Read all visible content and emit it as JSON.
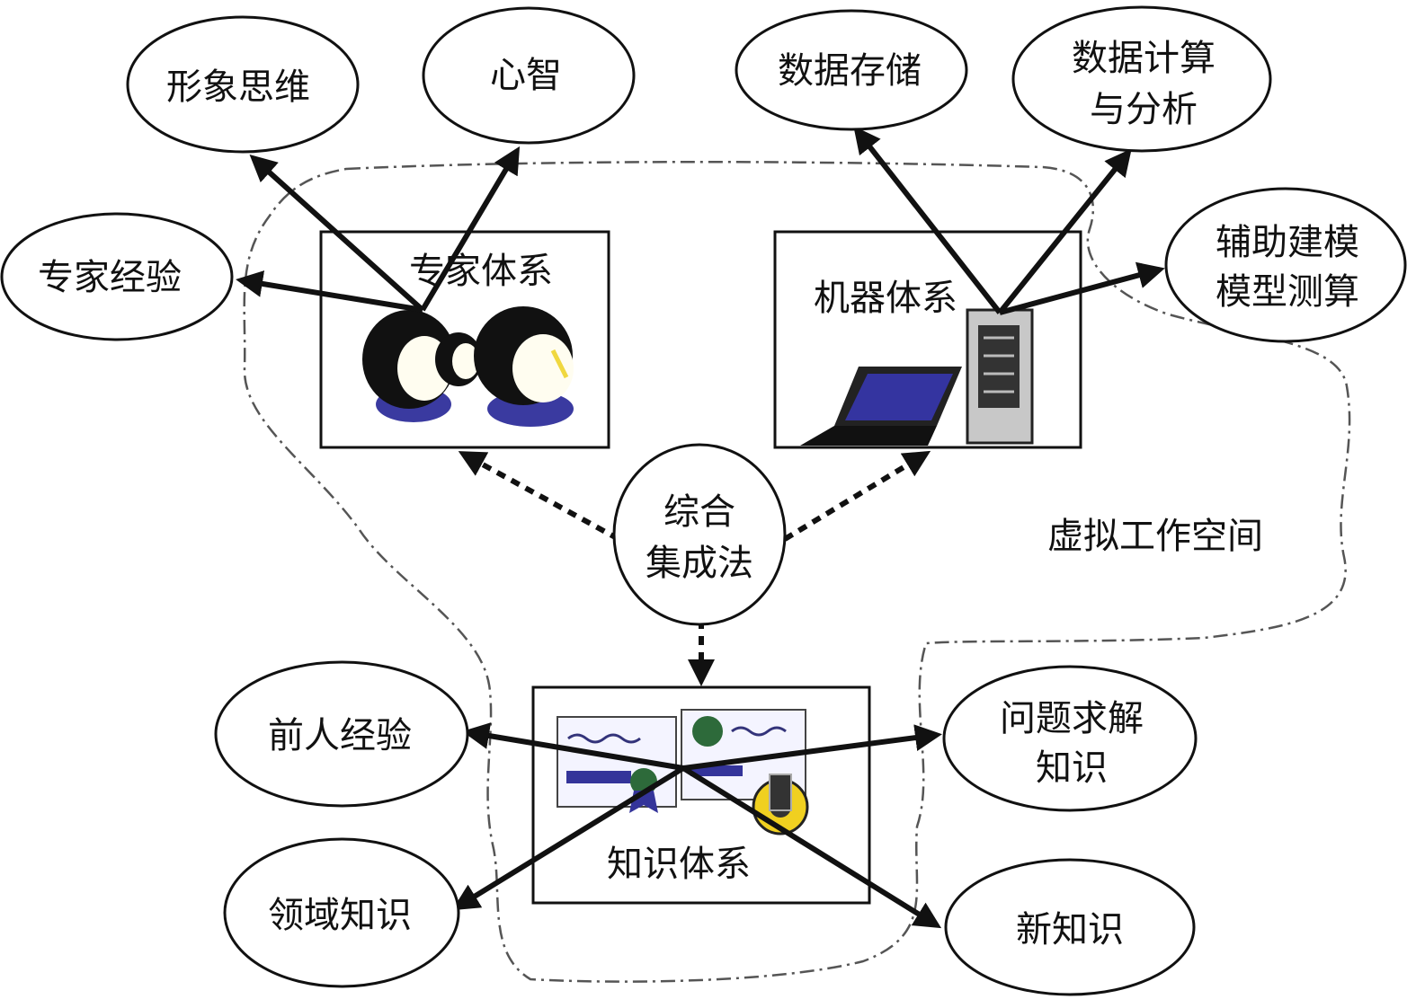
{
  "workspace": {
    "label": "虚拟工作空间"
  },
  "center": {
    "line1": "综合",
    "line2": "集成法"
  },
  "systems": {
    "expert": {
      "label": "专家体系"
    },
    "machine": {
      "label": "机器体系"
    },
    "knowledge": {
      "label": "知识体系"
    }
  },
  "expert_outputs": {
    "imagery_thinking": "形象思维",
    "mind": "心智",
    "expert_experience": "专家经验"
  },
  "machine_outputs": {
    "data_storage": "数据存储",
    "data_compute_line1": "数据计算",
    "data_compute_line2": "与分析",
    "modeling_line1": "辅助建模",
    "modeling_line2": "模型测算"
  },
  "knowledge_outputs": {
    "predecessor_experience": "前人经验",
    "domain_knowledge": "领域知识",
    "problem_solving_line1": "问题求解",
    "problem_solving_line2": "知识",
    "new_knowledge": "新知识"
  },
  "icons": [
    "expert-heads-icon",
    "computer-icon",
    "laptop-icon",
    "knowledge-docs-icon",
    "gear-icon"
  ]
}
